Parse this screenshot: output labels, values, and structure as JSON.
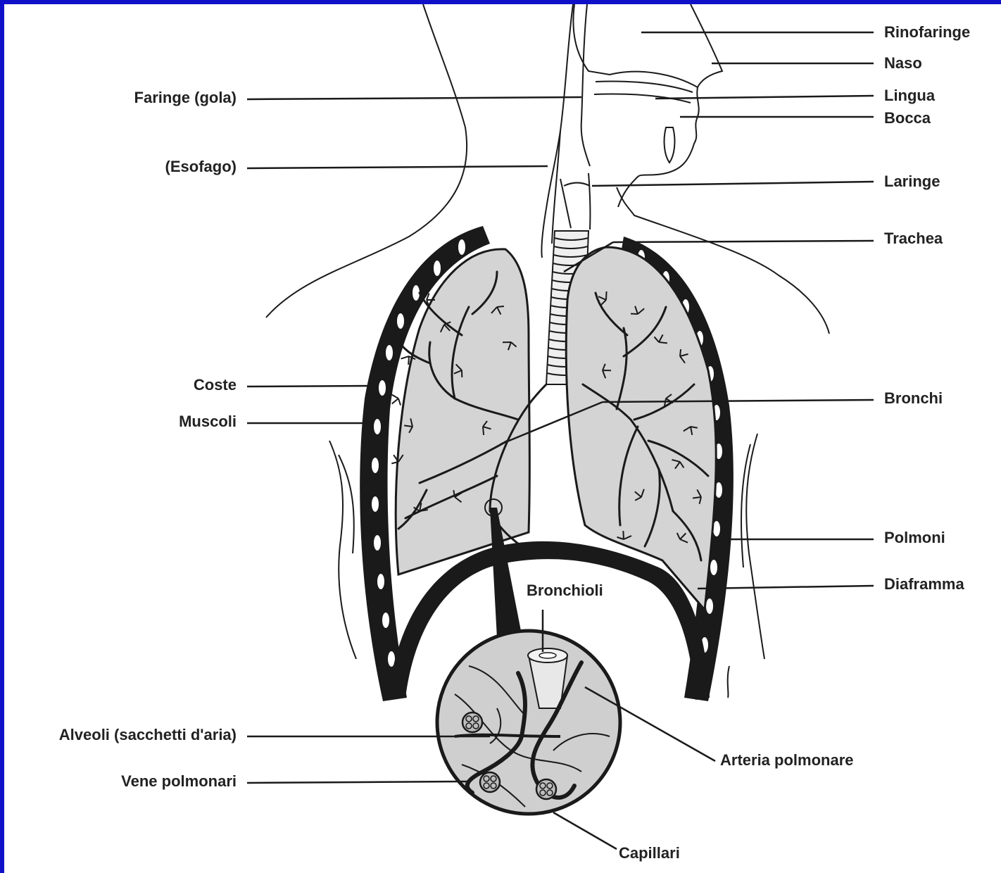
{
  "colors": {
    "border": "#1010c8",
    "background": "#ffffff",
    "ink": "#1a1a1a",
    "lung_fill": "#d4d4d4"
  },
  "labels": {
    "rinofaringe": "Rinofaringe",
    "naso": "Naso",
    "lingua": "Lingua",
    "bocca": "Bocca",
    "laringe": "Laringe",
    "trachea": "Trachea",
    "bronchi": "Bronchi",
    "polmoni": "Polmoni",
    "diaframma": "Diaframma",
    "faringe": "Faringe (gola)",
    "esofago": "(Esofago)",
    "coste": "Coste",
    "muscoli": "Muscoli",
    "bronchioli": "Bronchioli",
    "alveoli": "Alveoli (sacchetti d'aria)",
    "vene": "Vene polmonari",
    "arteria": "Arteria polmonare",
    "capillari": "Capillari"
  }
}
